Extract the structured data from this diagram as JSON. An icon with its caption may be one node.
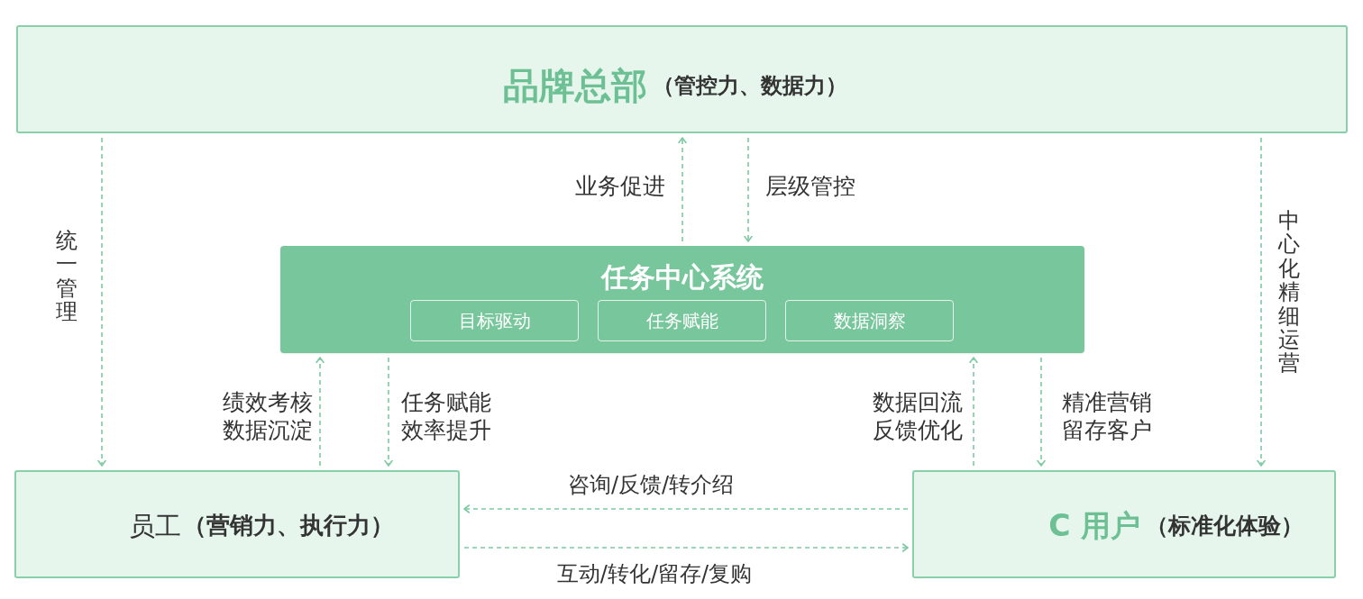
{
  "diagram": {
    "nodes": [
      {
        "text": [
          "品牌总部",
          "（管控力、数据力）"
        ]
      },
      {
        "text": [
          "任务中心系统"
        ]
      },
      {
        "text": [
          "目标驱动"
        ],
        "in": 1
      },
      {
        "text": [
          "任务赋能"
        ],
        "in": 1
      },
      {
        "text": [
          "数据洞察"
        ],
        "in": 1
      },
      {
        "text": [
          "员工",
          "（营销力、执行力）"
        ]
      },
      {
        "text": [
          "C 用户",
          "（标准化体验）"
        ]
      }
    ],
    "edges": [
      {
        "from": 0,
        "to": 5,
        "arrow": "to",
        "label": "统一管理",
        "style": "dashed"
      },
      {
        "from": 1,
        "to": 0,
        "arrow": "to",
        "label": "业务促进",
        "style": "dashed"
      },
      {
        "from": 0,
        "to": 1,
        "arrow": "to",
        "label": "层级管控",
        "style": "dashed"
      },
      {
        "from": 0,
        "to": 6,
        "arrow": "to",
        "label": "中心化精细运营",
        "style": "dashed"
      },
      {
        "from": 5,
        "to": 1,
        "arrow": "to",
        "label": "绩效考核数据沉淀",
        "style": "dashed"
      },
      {
        "from": 1,
        "to": 5,
        "arrow": "to",
        "label": "任务赋能效率提升",
        "style": "dashed"
      },
      {
        "from": 6,
        "to": 1,
        "arrow": "to",
        "label": "数据回流反馈优化",
        "style": "dashed"
      },
      {
        "from": 1,
        "to": 6,
        "arrow": "to",
        "label": "精准营销留存客户",
        "style": "dashed"
      },
      {
        "from": 6,
        "to": 5,
        "arrow": "to",
        "label": "咨询/反馈/转介绍",
        "style": "dashed"
      },
      {
        "from": 5,
        "to": 6,
        "arrow": "to",
        "label": "互动/转化/留存/复购",
        "style": "dashed"
      }
    ]
  }
}
